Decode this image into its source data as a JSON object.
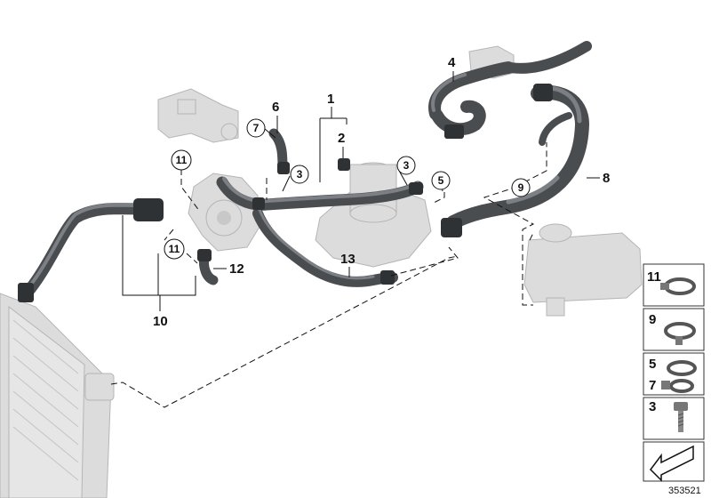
{
  "callouts": {
    "c1": "1",
    "c2": "2",
    "c3a": "3",
    "c3b": "3",
    "c4": "4",
    "c5": "5",
    "c6": "6",
    "c7": "7",
    "c8": "8",
    "c9": "9",
    "c10": "10",
    "c11a": "11",
    "c11b": "11",
    "c12": "12",
    "c13": "13"
  },
  "legend": {
    "items": [
      {
        "labels": [
          "11"
        ],
        "icon": "hose-clamp-icon"
      },
      {
        "labels": [
          "9"
        ],
        "icon": "spring-clamp-icon"
      },
      {
        "labels": [
          "5",
          "7"
        ],
        "icon": "worm-clamp-icon"
      },
      {
        "labels": [
          "3"
        ],
        "icon": "bolt-icon"
      }
    ],
    "arrow_icon": "direction-arrow-icon"
  },
  "diagram_id": "353521",
  "colors": {
    "hose": "#4a4d50",
    "hose_highlight": "#7c8084",
    "ghost_part": "#dcdcdc",
    "outline": "#111111"
  }
}
